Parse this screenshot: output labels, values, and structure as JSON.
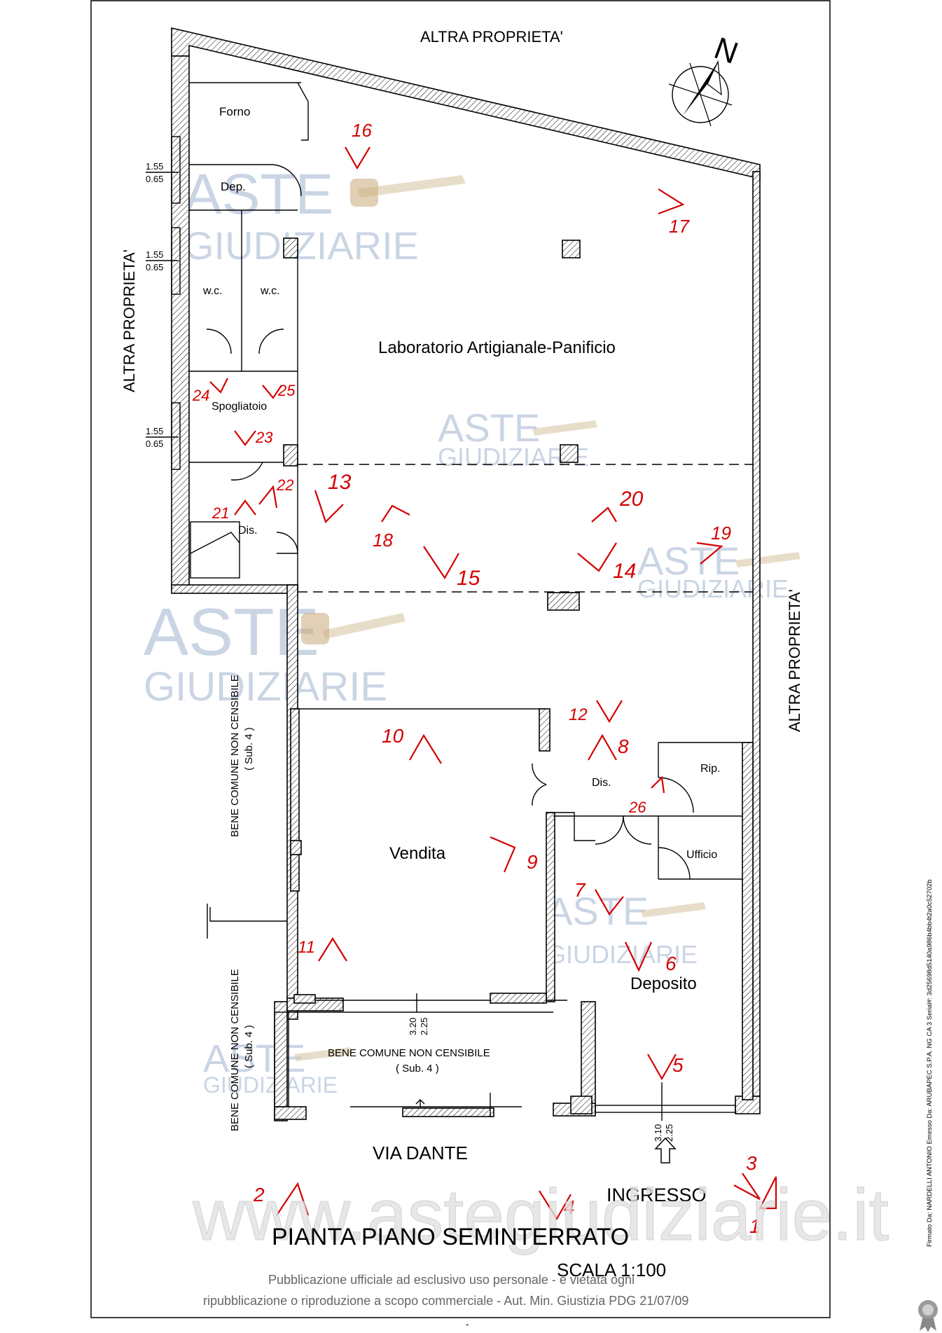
{
  "plan": {
    "title": "PIANTA PIANO SEMINTERRATO",
    "scale": "SCALA 1:100",
    "street": "VIA DANTE",
    "entrance": "INGRESSO",
    "north": "N",
    "neighbors": {
      "top": "ALTRA PROPRIETA'",
      "left": "ALTRA PROPRIETA'",
      "right": "ALTRA PROPRIETA'"
    },
    "common_area": "BENE COMUNE NON CENSIBILE",
    "common_sub": "( Sub. 4 )",
    "rooms": {
      "forno": "Forno",
      "dep": "Dep.",
      "wc1": "w.c.",
      "wc2": "w.c.",
      "spogliatoio": "Spogliatoio",
      "dis_left": "Dis.",
      "laboratorio": "Laboratorio Artigianale-Panificio",
      "vendita": "Vendita",
      "dis_center": "Dis.",
      "rip": "Rip.",
      "ufficio": "Ufficio",
      "deposito": "Deposito",
      "bene_comune_center": "BENE COMUNE NON CENSIBILE",
      "bene_comune_center_sub": "( Sub. 4 )"
    },
    "window_dims": [
      {
        "top": "1.55",
        "bottom": "0.65"
      },
      {
        "top": "1.55",
        "bottom": "0.65"
      },
      {
        "top": "1.55",
        "bottom": "0.65"
      }
    ],
    "opening_dims": [
      {
        "a": "3.20",
        "b": "2.25"
      },
      {
        "a": "3.10",
        "b": "2.25"
      }
    ],
    "photo_points": [
      "1",
      "2",
      "3",
      "4",
      "5",
      "6",
      "7",
      "8",
      "9",
      "10",
      "11",
      "12",
      "13",
      "14",
      "15",
      "16",
      "17",
      "18",
      "19",
      "20",
      "21",
      "22",
      "23",
      "24",
      "25",
      "26"
    ]
  },
  "watermark": {
    "brand_top": "ASTE",
    "brand_bottom": "GIUDIZIARIE",
    "site": "www.astegiudiziarie.it"
  },
  "footer": {
    "line1": "Pubblicazione ufficiale ad esclusivo uso personale - è vietata ogni",
    "line2": "ripubblicazione o riproduzione a scopo commerciale - Aut. Min. Giustizia PDG 21/07/09",
    "mark": "-"
  },
  "signature": "Firmato Da: NARDELLI ANTONIO Emesso Da: ARUBAPEC S.P.A. NG CA 3 Serial#: 3d25698d5140a986b4bb4t2a0c52702b",
  "colors": {
    "photo_markers": "#d40000",
    "watermark": "#9fb3cf",
    "walls": "#000000"
  }
}
